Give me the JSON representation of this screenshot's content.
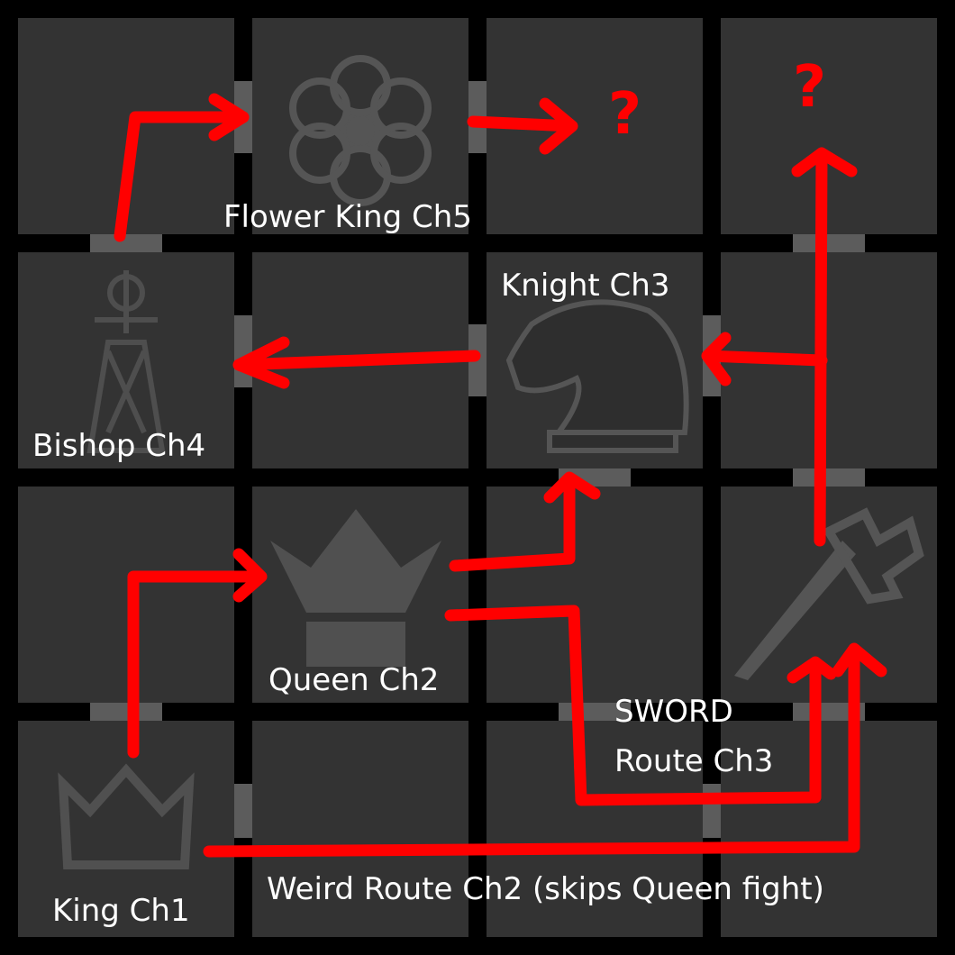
{
  "colors": {
    "background": "#000000",
    "tile": "#333333",
    "connector": "#5c5c5c",
    "icon": "#5a5a5a",
    "arrow": "#ff0000",
    "label": "#ffffff"
  },
  "labels": {
    "king": "King Ch1",
    "queen": "Queen Ch2",
    "knight": "Knight Ch3",
    "bishop": "Bishop Ch4",
    "flower_king": "Flower King Ch5",
    "sword_line1": "SWORD",
    "sword_line2": "Route Ch3",
    "weird_route": "Weird Route Ch2 (skips Queen fight)",
    "unknown1": "?",
    "unknown2": "?"
  }
}
